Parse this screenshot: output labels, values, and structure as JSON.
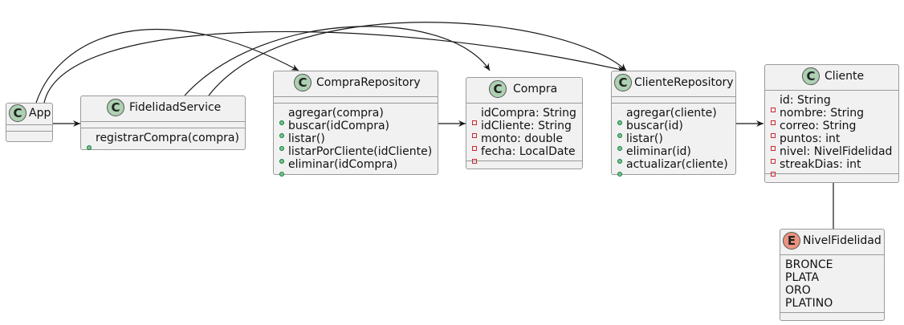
{
  "classes": {
    "app": {
      "stereotype": "C",
      "name": "App",
      "attributes": [],
      "methods": []
    },
    "fidelidad_service": {
      "stereotype": "C",
      "name": "FidelidadService",
      "attributes": [],
      "methods": [
        "registrarCompra(compra)"
      ]
    },
    "compra_repository": {
      "stereotype": "C",
      "name": "CompraRepository",
      "attributes": [],
      "methods": [
        "agregar(compra)",
        "buscar(idCompra)",
        "listar()",
        "listarPorCliente(idCliente)",
        "eliminar(idCompra)"
      ]
    },
    "compra": {
      "stereotype": "C",
      "name": "Compra",
      "attributes": [
        "idCompra: String",
        "idCliente: String",
        "monto: double",
        "fecha: LocalDate"
      ],
      "methods": []
    },
    "cliente_repository": {
      "stereotype": "C",
      "name": "ClienteRepository",
      "attributes": [],
      "methods": [
        "agregar(cliente)",
        "buscar(id)",
        "listar()",
        "eliminar(id)",
        "actualizar(cliente)"
      ]
    },
    "cliente": {
      "stereotype": "C",
      "name": "Cliente",
      "attributes": [
        "id: String",
        "nombre: String",
        "correo: String",
        "puntos: int",
        "nivel: NivelFidelidad",
        "streakDias: int"
      ],
      "methods": []
    },
    "nivel_fidelidad": {
      "stereotype": "E",
      "name": "NivelFidelidad",
      "literals": [
        "BRONCE",
        "PLATA",
        "ORO",
        "PLATINO"
      ]
    }
  },
  "colors": {
    "class_badge": "#add1b2",
    "enum_badge": "#eb937f",
    "box_fill": "#f1f1f1",
    "public_marker": "#84be84",
    "private_marker": "#c82930"
  },
  "relations": [
    {
      "from": "App",
      "to": "FidelidadService",
      "kind": "arrow"
    },
    {
      "from": "App",
      "to": "CompraRepository",
      "kind": "arrow"
    },
    {
      "from": "App",
      "to": "ClienteRepository",
      "kind": "arrow"
    },
    {
      "from": "FidelidadService",
      "to": "Compra",
      "kind": "arrow"
    },
    {
      "from": "FidelidadService",
      "to": "ClienteRepository",
      "kind": "arrow"
    },
    {
      "from": "CompraRepository",
      "to": "Compra",
      "kind": "arrow"
    },
    {
      "from": "ClienteRepository",
      "to": "Cliente",
      "kind": "arrow"
    },
    {
      "from": "Cliente",
      "to": "NivelFidelidad",
      "kind": "line"
    }
  ]
}
